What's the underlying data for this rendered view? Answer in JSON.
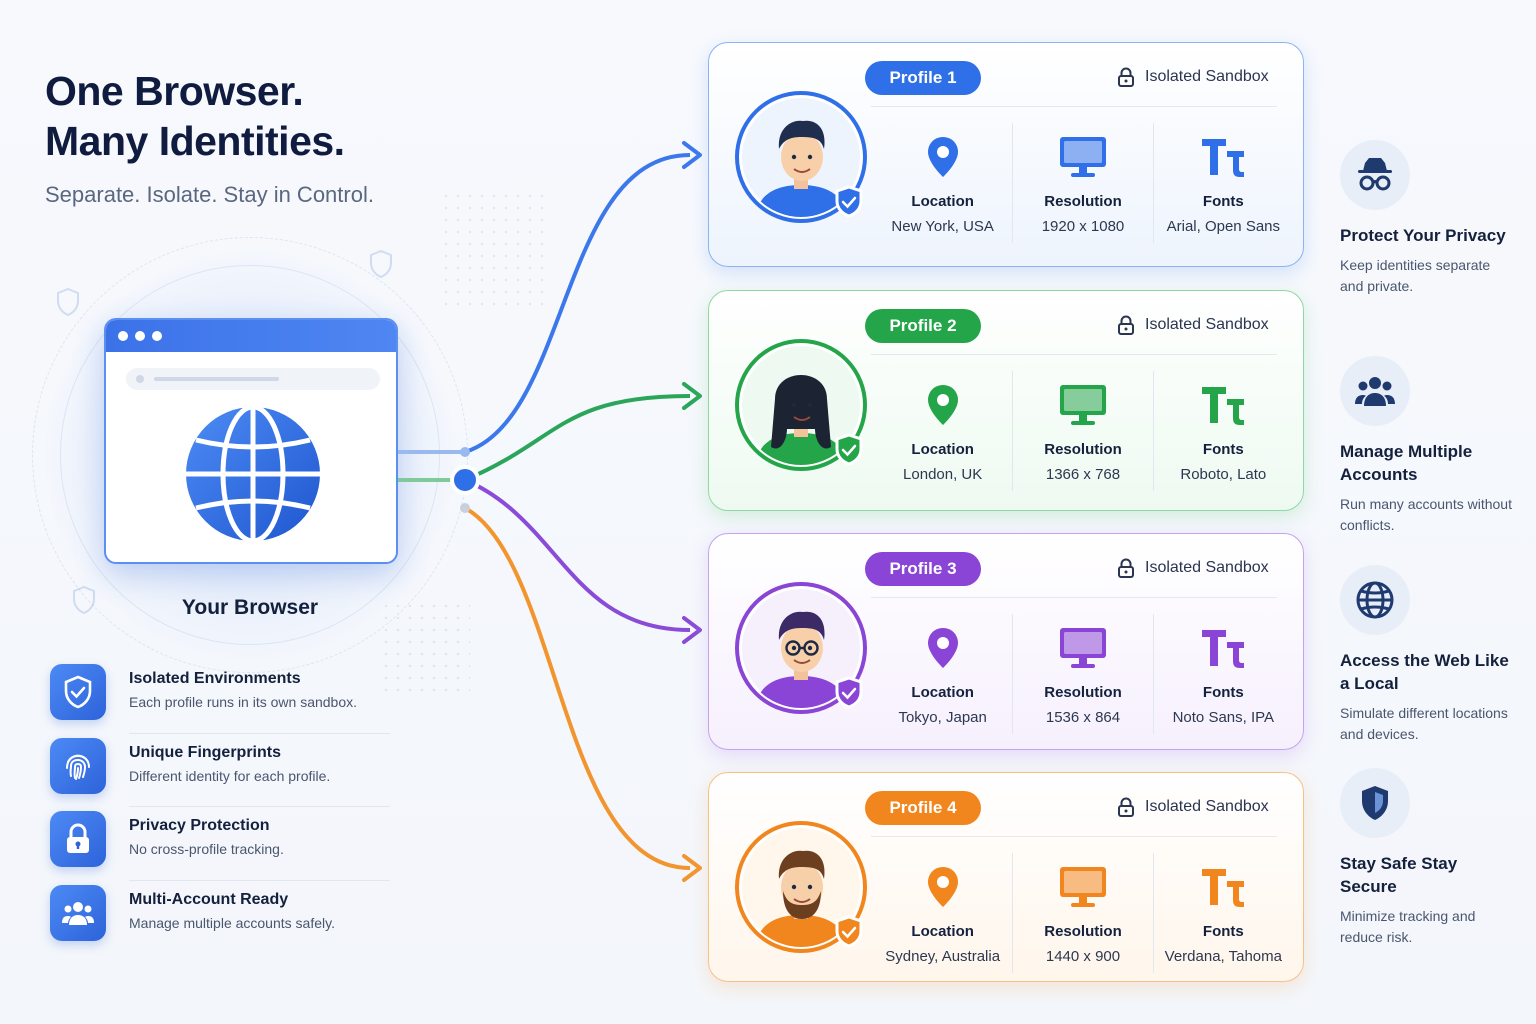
{
  "header": {
    "title_line1": "One Browser.",
    "title_line2": "Many Identities.",
    "subtitle": "Separate. Isolate. Stay in Control."
  },
  "browser": {
    "label": "Your Browser"
  },
  "features": [
    {
      "title": "Isolated Environments",
      "desc": "Each profile runs in its own sandbox.",
      "icon": "shield-check-icon"
    },
    {
      "title": "Unique Fingerprints",
      "desc": "Different identity for each profile.",
      "icon": "fingerprint-icon"
    },
    {
      "title": "Privacy Protection",
      "desc": "No cross-profile tracking.",
      "icon": "lock-icon"
    },
    {
      "title": "Multi-Account Ready",
      "desc": "Manage multiple accounts safely.",
      "icon": "users-icon"
    }
  ],
  "attr_labels": {
    "location": "Location",
    "resolution": "Resolution",
    "fonts": "Fonts"
  },
  "profiles": [
    {
      "name": "Profile 1",
      "sandbox": "Isolated Sandbox",
      "location": "New York, USA",
      "resolution": "1920 x 1080",
      "fonts": "Arial, Open Sans",
      "color": "#2f6fe8",
      "light": "#eef4fd",
      "border": "#8db3f3"
    },
    {
      "name": "Profile 2",
      "sandbox": "Isolated Sandbox",
      "location": "London, UK",
      "resolution": "1366 x 768",
      "fonts": "Roboto, Lato",
      "color": "#25a54a",
      "light": "#eefaf1",
      "border": "#8fd8a3"
    },
    {
      "name": "Profile 3",
      "sandbox": "Isolated Sandbox",
      "location": "Tokyo, Japan",
      "resolution": "1536 x 864",
      "fonts": "Noto Sans, IPA",
      "color": "#8a45d6",
      "light": "#f6f0fd",
      "border": "#c5a3ef"
    },
    {
      "name": "Profile 4",
      "sandbox": "Isolated Sandbox",
      "location": "Sydney, Australia",
      "resolution": "1440 x 900",
      "fonts": "Verdana, Tahoma",
      "color": "#f2861e",
      "light": "#fff6ec",
      "border": "#f6c08a"
    }
  ],
  "benefits": [
    {
      "title": "Protect Your Privacy",
      "desc": "Keep identities separate and private.",
      "icon": "incognito-icon"
    },
    {
      "title": "Manage Multiple Accounts",
      "desc": "Run many accounts without conflicts.",
      "icon": "group-icon"
    },
    {
      "title": "Access the Web Like a Local",
      "desc": "Simulate different locations and devices.",
      "icon": "globe-icon"
    },
    {
      "title": "Stay Safe Stay Secure",
      "desc": "Minimize tracking and reduce risk.",
      "icon": "shield-icon"
    }
  ]
}
